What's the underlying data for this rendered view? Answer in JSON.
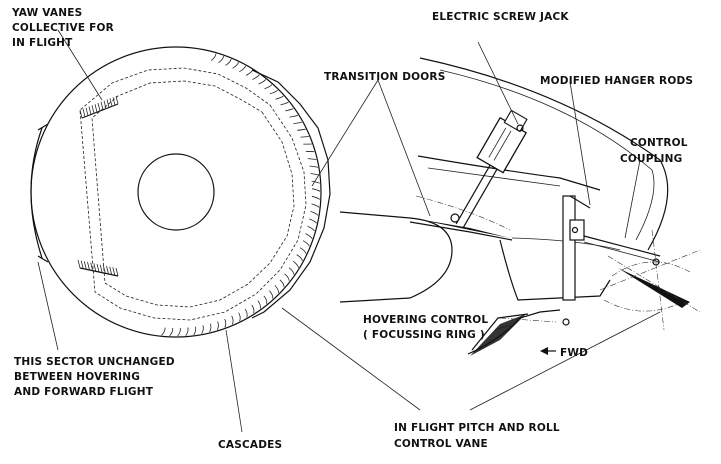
{
  "labels": {
    "yaw_vanes": [
      "YAW VANES",
      "COLLECTIVE FOR",
      "IN FLIGHT"
    ],
    "sector_unchanged": [
      "THIS SECTOR UNCHANGED",
      "BETWEEN HOVERING",
      "AND FORWARD FLIGHT"
    ],
    "cascades": "CASCADES",
    "pitch_roll_vane": [
      "IN FLIGHT PITCH AND ROLL",
      "CONTROL VANE"
    ],
    "transition_doors": "TRANSITION DOORS",
    "electric_screw_jack": "ELECTRIC SCREW JACK",
    "modified_hanger_rods": "MODIFIED HANGER RODS",
    "control_coupling": [
      "CONTROL",
      "COUPLING"
    ],
    "hovering_control": [
      "HOVERING CONTROL",
      "( FOCUSSING RING )"
    ],
    "fwd": "FWD"
  }
}
